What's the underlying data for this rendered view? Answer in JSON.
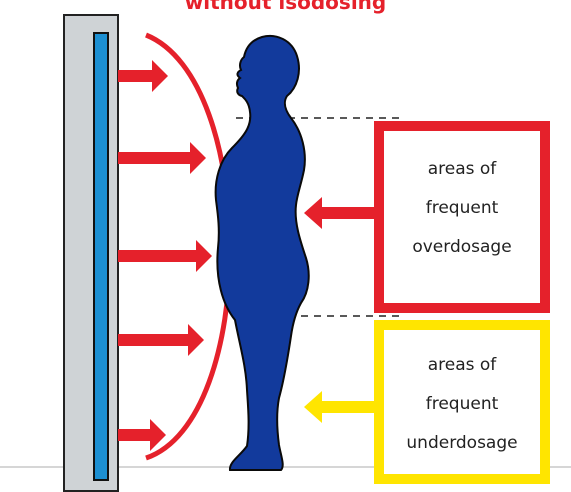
{
  "title": "without isodosing",
  "overdosage_box": {
    "lines": [
      "areas of",
      "frequent",
      "overdosage"
    ],
    "color": "#e5212b"
  },
  "underdosage_box": {
    "lines": [
      "areas of",
      "frequent",
      "underdosage"
    ],
    "color": "#ffe500"
  },
  "colors": {
    "arrow_red": "#e5212b",
    "arrow_yellow": "#ffe500",
    "figure": "#123a9c",
    "lamp_panel": "#cfd3d6",
    "lamp_tube": "#1c8fd2"
  },
  "icons": [
    "lamp-panel",
    "uv-arrow",
    "human-silhouette",
    "dashed-guide"
  ]
}
